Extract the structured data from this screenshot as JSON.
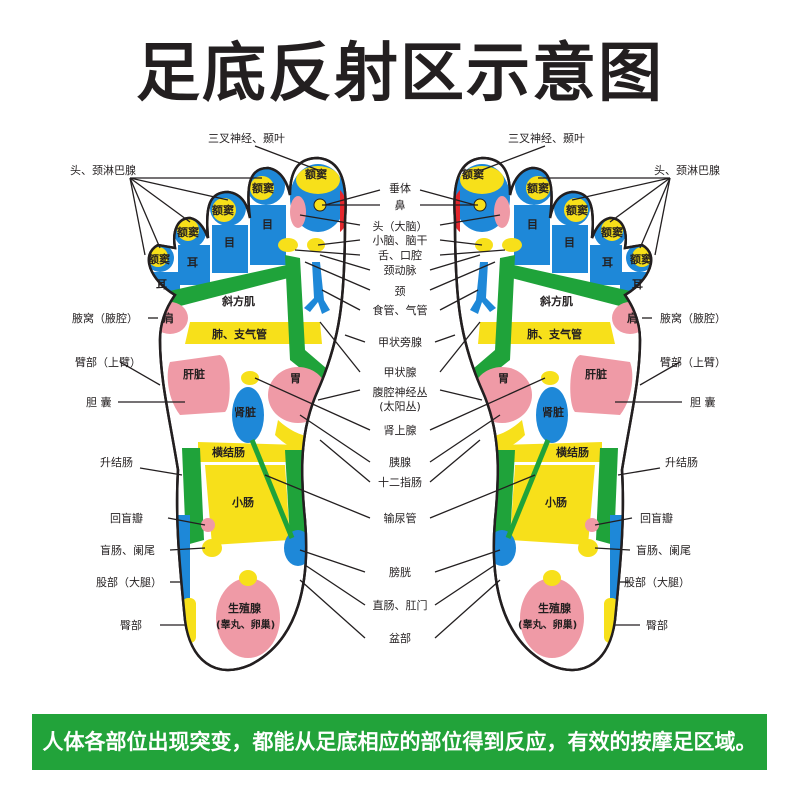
{
  "title": "足底反射区示意图",
  "footer": "人体各部位出现突变，都能从足底相应的部位得到反应，有效的按摩足区域。",
  "colors": {
    "yellow": "#f7e01a",
    "blue": "#1e88d8",
    "green": "#1fa33a",
    "pink": "#ef9aa6",
    "red": "#e3272d",
    "outline": "#231f20"
  },
  "regions": {
    "sinus": "额窦",
    "ear": "耳",
    "eye": "目",
    "trapezius": "斜方肌",
    "shoulder": "肩",
    "lung": "肺、支气管",
    "liver": "肝脏",
    "stomach": "胃",
    "kidney": "肾脏",
    "transverse_colon": "横结肠",
    "small_intestine": "小肠",
    "gonad_line1": "生殖腺",
    "gonad_line2": "(睾丸、卵巢)"
  },
  "labels": {
    "trigeminal": "三叉神经、颞叶",
    "head_lymph": "头、颈淋巴腺",
    "armpit": "腋窝（腋腔）",
    "upper_arm": "臂部（上臂）",
    "gallbladder": "胆 囊",
    "ascending_colon": "升结肠",
    "ileocecal": "回盲瓣",
    "cecum": "盲肠、阑尾",
    "thigh": "股部（大腿）",
    "buttock": "臀部",
    "center": [
      "垂体",
      "鼻",
      "头（大脑）",
      "小脑、脑干",
      "舌、口腔",
      "颈动脉",
      "颈",
      "食管、气管",
      "甲状旁腺",
      "甲状腺",
      "腹腔神经丛",
      "(太阳丛)",
      "肾上腺",
      "胰腺",
      "十二指肠",
      "输尿管",
      "膀胱",
      "直肠、肛门",
      "盆部"
    ]
  }
}
